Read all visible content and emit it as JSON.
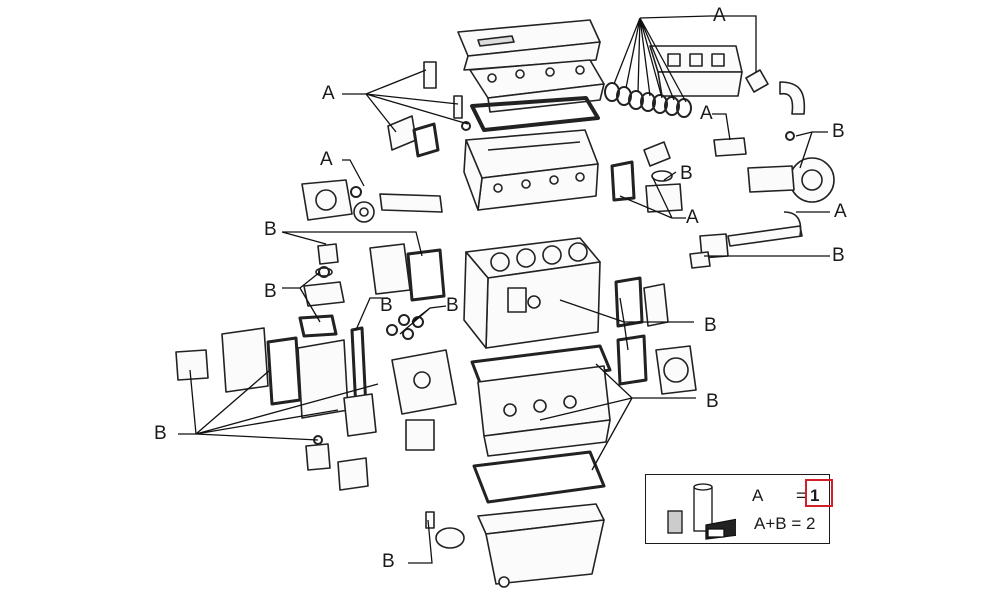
{
  "labels": {
    "A": "A",
    "B": "B"
  },
  "legend": {
    "a_label": "A",
    "equals": "=",
    "a_value": "1",
    "ab_label": "A+B = 2"
  },
  "colors": {
    "ink": "#1a1a1a",
    "highlight": "#d21f2a",
    "paper": "#ffffff"
  }
}
